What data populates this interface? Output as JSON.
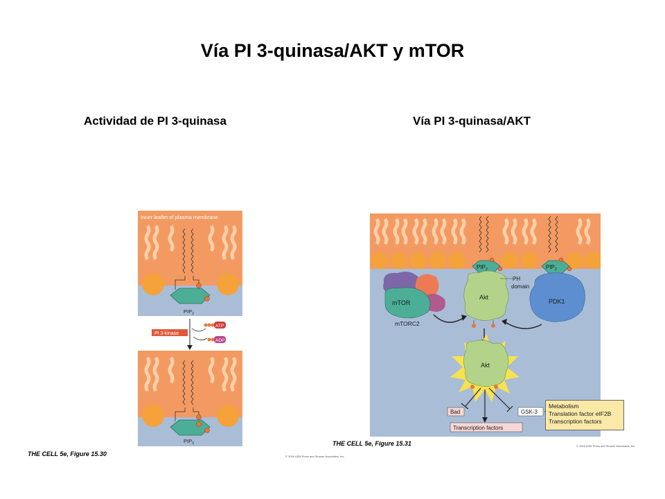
{
  "title": "Vía PI 3-quinasa/AKT y mTOR",
  "left_panel": {
    "heading": "Actividad de PI 3-quinasa",
    "membrane_label": "Inner leaflet of plasma membrane",
    "substrate_label": "PIP",
    "substrate_sub": "2",
    "enzyme_label": "PI 3-kinase",
    "atp_label": "ATP",
    "adp_label": "ADP",
    "product_label": "PIP",
    "product_sub": "3",
    "credit": "THE CELL 5e, Figure 15.30",
    "copyright": "© 2009 ASM Press and Sinauer Associates, Inc."
  },
  "right_panel": {
    "heading": "Vía PI 3-quinasa/AKT",
    "pip_left_label": "PIP",
    "pip_left_sub": "3",
    "pip_right_label": "PIP",
    "pip_right_sub": "3",
    "ph_label": "PH",
    "domain_label": "domain",
    "mtor_label": "mTOR",
    "mtorc2_label": "mTORC2",
    "akt_top_label": "Akt",
    "pdk1_label": "PDK1",
    "akt_active_label": "Akt",
    "bad_label": "Bad",
    "gsk3_label": "GSK-3",
    "tf_label": "Transcription factors",
    "targets": [
      "Metabolism",
      "Translation factor eIF2B",
      "Transcription factors"
    ],
    "credit": "THE CELL 5e, Figure 15.31",
    "copyright": "© 2009 ASM Press and Sinauer Associates, Inc."
  },
  "colors": {
    "membrane": "#f39a62",
    "cytoplasm": "#a9bdd6",
    "bead": "#f5a23a",
    "ring": "#4cae96",
    "phosphate": "#e8763a",
    "akt": "#b4d38a",
    "pdk1": "#5d8fd0",
    "mtor": "#4cae96",
    "purple": "#7d67a8",
    "salmon": "#ee7a55",
    "target_box": "#fbe9a8",
    "bad_box": "#f6d6d6"
  }
}
